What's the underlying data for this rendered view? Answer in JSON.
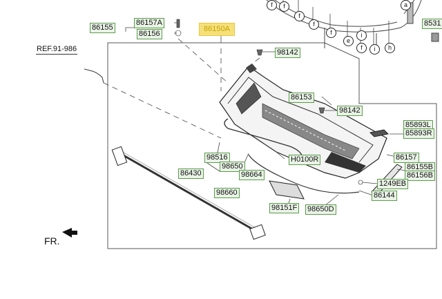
{
  "diagram": {
    "highlighted_part": "86150A",
    "direction_marker": "FR.",
    "circle_callouts": [
      "f",
      "f",
      "f",
      "f",
      "f",
      "f",
      "e",
      "i",
      "i",
      "h",
      "a"
    ],
    "part_labels": {
      "p86155": "86155",
      "p86157A": "86157A",
      "p86156_top": "86156",
      "p86150A": "86150A",
      "ref": "REF.91-986",
      "p98142_top": "98142",
      "p86153": "86153",
      "p98142_mid": "98142",
      "p85893L": "85893L",
      "p85893R": "85893R",
      "p86157": "86157",
      "p86155B": "86155B",
      "p86156B": "86156B",
      "p1249EB": "1249EB",
      "p86144": "86144",
      "p98516": "98516",
      "p98650": "98650",
      "p98664": "98664",
      "pH0100R": "H0100R",
      "p86430": "86430",
      "p98660": "98660",
      "p98151F": "98151F",
      "p98650D": "98650D",
      "p8531x": "8531"
    }
  }
}
